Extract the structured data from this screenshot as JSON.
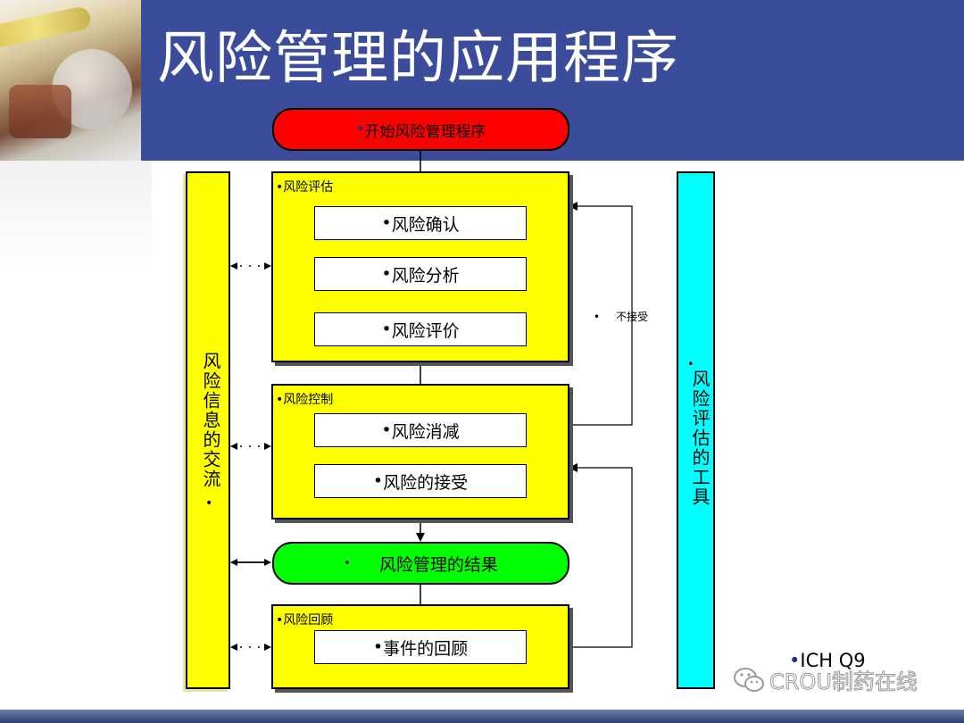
{
  "slide": {
    "title": "风险管理的应用程序",
    "bullet": "•"
  },
  "flow": {
    "start": "开始风险管理程序",
    "assessment": {
      "label": "风险评估",
      "steps": [
        "风险确认",
        "风险分析",
        "风险评价"
      ]
    },
    "control": {
      "label": "风险控制",
      "steps": [
        "风险消减",
        "风险的接受"
      ]
    },
    "outcome": "风险管理的结果",
    "review": {
      "label": "风险回顾",
      "steps": [
        "事件的回顾"
      ]
    },
    "not_accepted": "不接受",
    "communication": "风险信息的交流",
    "tools": "风险评估的工具"
  },
  "footer": {
    "source": "ICH Q9",
    "watermark": "CROU制药在线"
  },
  "colors": {
    "header": "#3b4d9a",
    "start": "#ff0000",
    "outcome": "#00ff00",
    "box": "#ffff00",
    "tools": "#00ffff"
  }
}
